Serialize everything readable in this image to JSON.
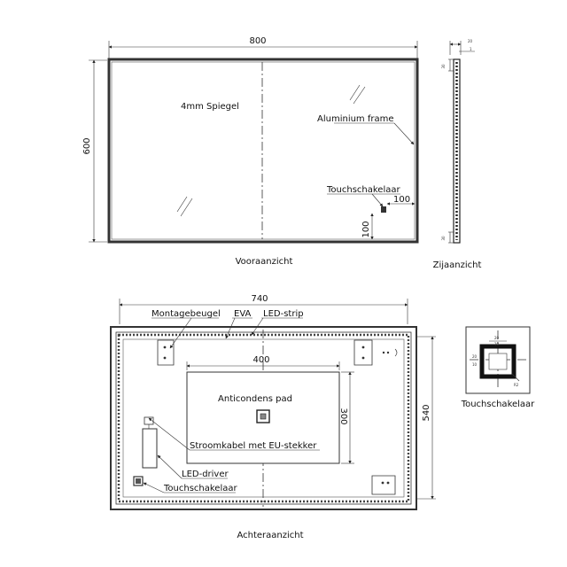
{
  "front_view": {
    "caption": "Vooraanzicht",
    "width_dim": "800",
    "height_dim": "600",
    "glass_label": "4mm Spiegel",
    "frame_label": "Aluminium frame",
    "switch_label": "Touchschakelaar",
    "switch_right_dim": "100",
    "switch_bottom_dim": "100"
  },
  "side_view": {
    "caption": "Zijaanzicht",
    "top_dim": "20",
    "small_dim": "1",
    "left_top_dim": "30",
    "left_bottom_dim": "30"
  },
  "back_view": {
    "caption": "Achteraanzicht",
    "width_dim": "740",
    "height_dim": "540",
    "pad_width_dim": "400",
    "pad_height_dim": "300",
    "pad_label": "Anticondens pad",
    "labels": {
      "bracket": "Montagebeugel",
      "eva": "EVA",
      "led_strip": "LED-strip",
      "cable": "Stroomkabel met EU-stekker",
      "driver": "LED-driver",
      "switch": "Touchschakelaar"
    }
  },
  "switch_detail": {
    "caption": "Touchschakelaar",
    "dims": [
      "20",
      "10",
      "20",
      "10",
      "R2"
    ]
  }
}
